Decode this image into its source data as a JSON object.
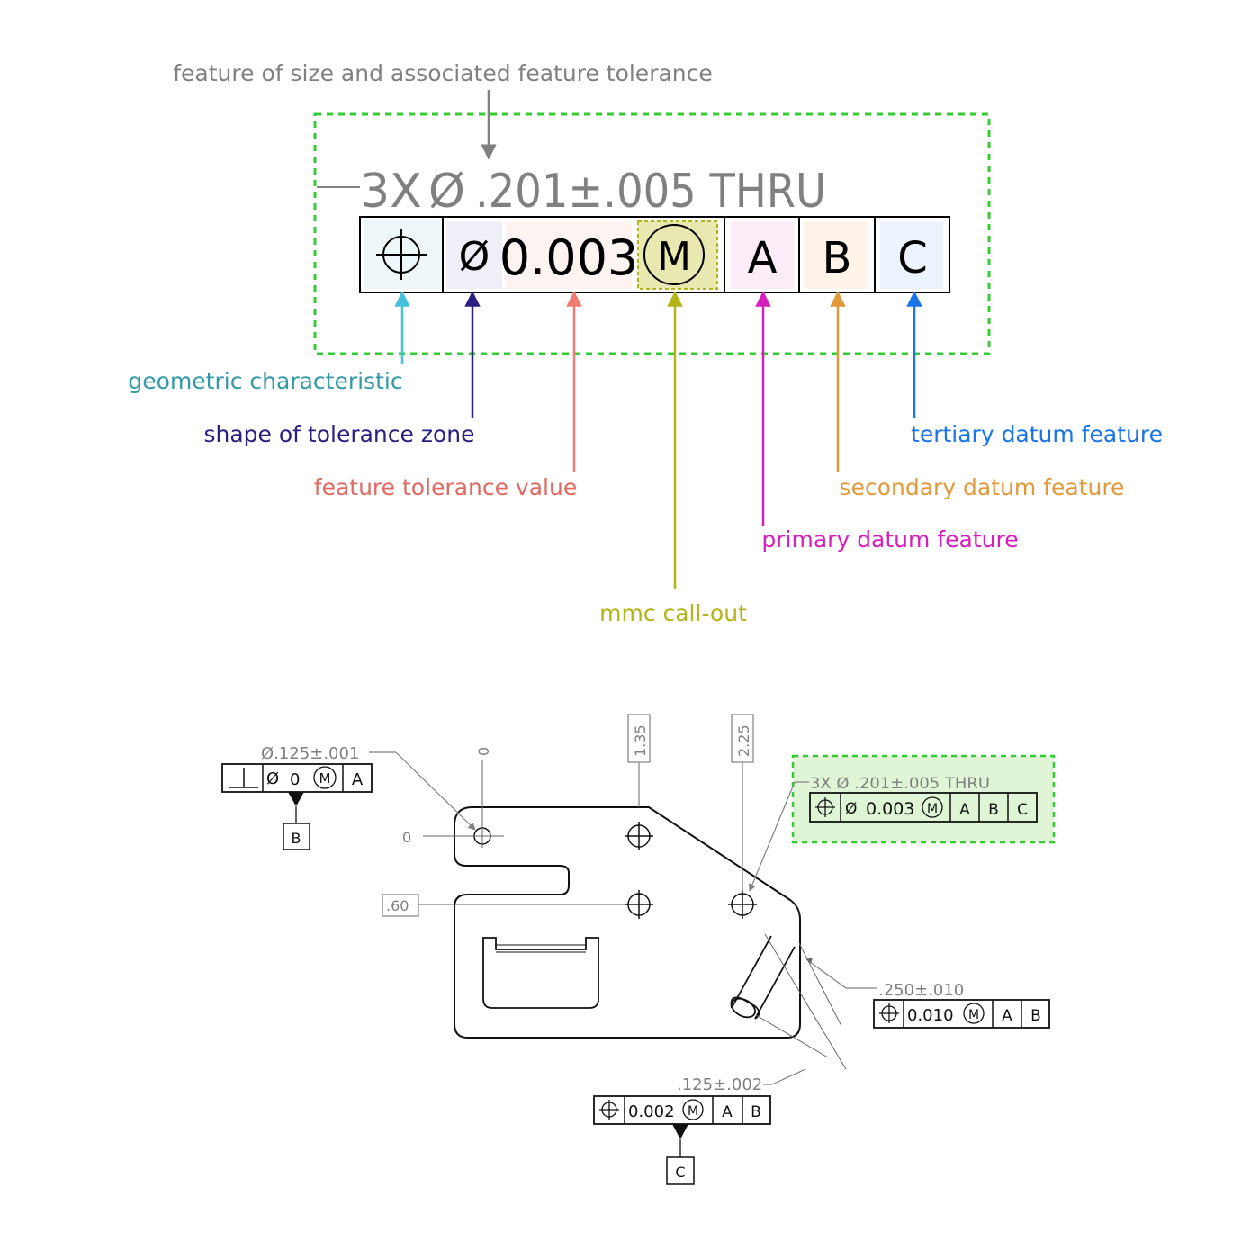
{
  "callout": {
    "size_prefix": "3X",
    "size_dia": "Ø",
    "size_value": ".201±.005 THRU",
    "frame": {
      "symbol": "position-symbol",
      "zone": "Ø",
      "value": "0.003",
      "modifier": "M",
      "datum_a": "A",
      "datum_b": "B",
      "datum_c": "C"
    }
  },
  "labels": {
    "feature_size": "feature of size and associated feature tolerance",
    "geometric": "geometric characteristic",
    "shape": "shape of tolerance zone",
    "tol_value": "feature tolerance value",
    "mmc": "mmc call-out",
    "primary": "primary datum feature",
    "secondary": "secondary datum feature",
    "tertiary": "tertiary datum feature"
  },
  "colors": {
    "gray": "#808080",
    "green_dash": "#33cc33",
    "geometric": "#3399a6",
    "geometric_arrow": "#45c1dc",
    "shape": "#2a2080",
    "tol_value": "#e06a62",
    "tol_arrow": "#f07b70",
    "mmc": "#b3b31a",
    "primary": "#d61fba",
    "secondary": "#e09a3c",
    "tertiary": "#1a73e8"
  },
  "drawing": {
    "perp_frame": {
      "size": "Ø.125±.001",
      "zone": "Ø",
      "value": "0",
      "modifier": "M",
      "datum": "A",
      "datum_tag": "B"
    },
    "dim_zero_v": "0",
    "dim_zero_h": "0",
    "dim_135": "1.35",
    "dim_225": "2.25",
    "dim_60": ".60",
    "small_callout": {
      "size": "3X Ø .201±.005 THRU",
      "zone": "Ø",
      "value": "0.003",
      "modifier": "M",
      "a": "A",
      "b": "B",
      "c": "C"
    },
    "slot_frame": {
      "size": ".250±.010",
      "value": "0.010",
      "modifier": "M",
      "a": "A",
      "b": "B"
    },
    "bottom_frame": {
      "size": ".125±.002",
      "value": "0.002",
      "modifier": "M",
      "a": "A",
      "b": "B",
      "datum_tag": "C"
    }
  }
}
